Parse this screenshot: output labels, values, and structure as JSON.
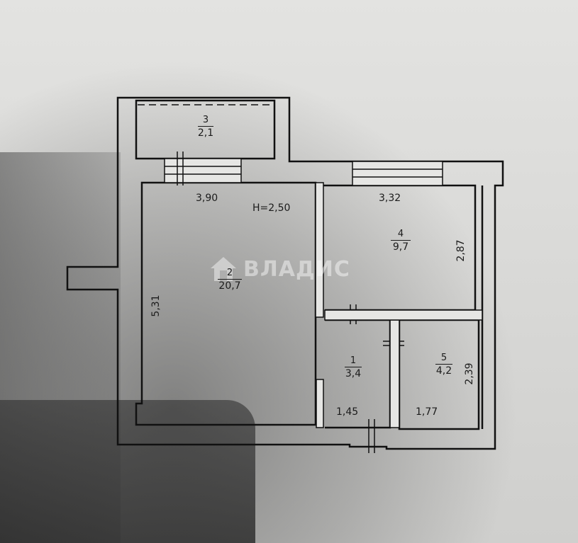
{
  "plan": {
    "ceiling_height": "H=2,50",
    "rooms": [
      {
        "id": "room-1",
        "number": "1",
        "area": "3,4"
      },
      {
        "id": "room-2",
        "number": "2",
        "area": "20,7"
      },
      {
        "id": "room-3",
        "number": "3",
        "area": "2,1"
      },
      {
        "id": "room-4",
        "number": "4",
        "area": "9,7"
      },
      {
        "id": "room-5",
        "number": "5",
        "area": "4,2"
      }
    ],
    "dimensions": {
      "room2_width": "3,90",
      "room2_length": "5,31",
      "room4_width": "3,32",
      "room4_length": "2,87",
      "room1_width": "1,45",
      "room5_width": "1,77",
      "room5_length": "2,39"
    }
  },
  "watermark": {
    "text": "ВЛАДИС",
    "icon": "house-icon"
  },
  "colors": {
    "wall_fill": "#dfdfdd",
    "line": "#111111",
    "paper": "#dcdcda"
  }
}
